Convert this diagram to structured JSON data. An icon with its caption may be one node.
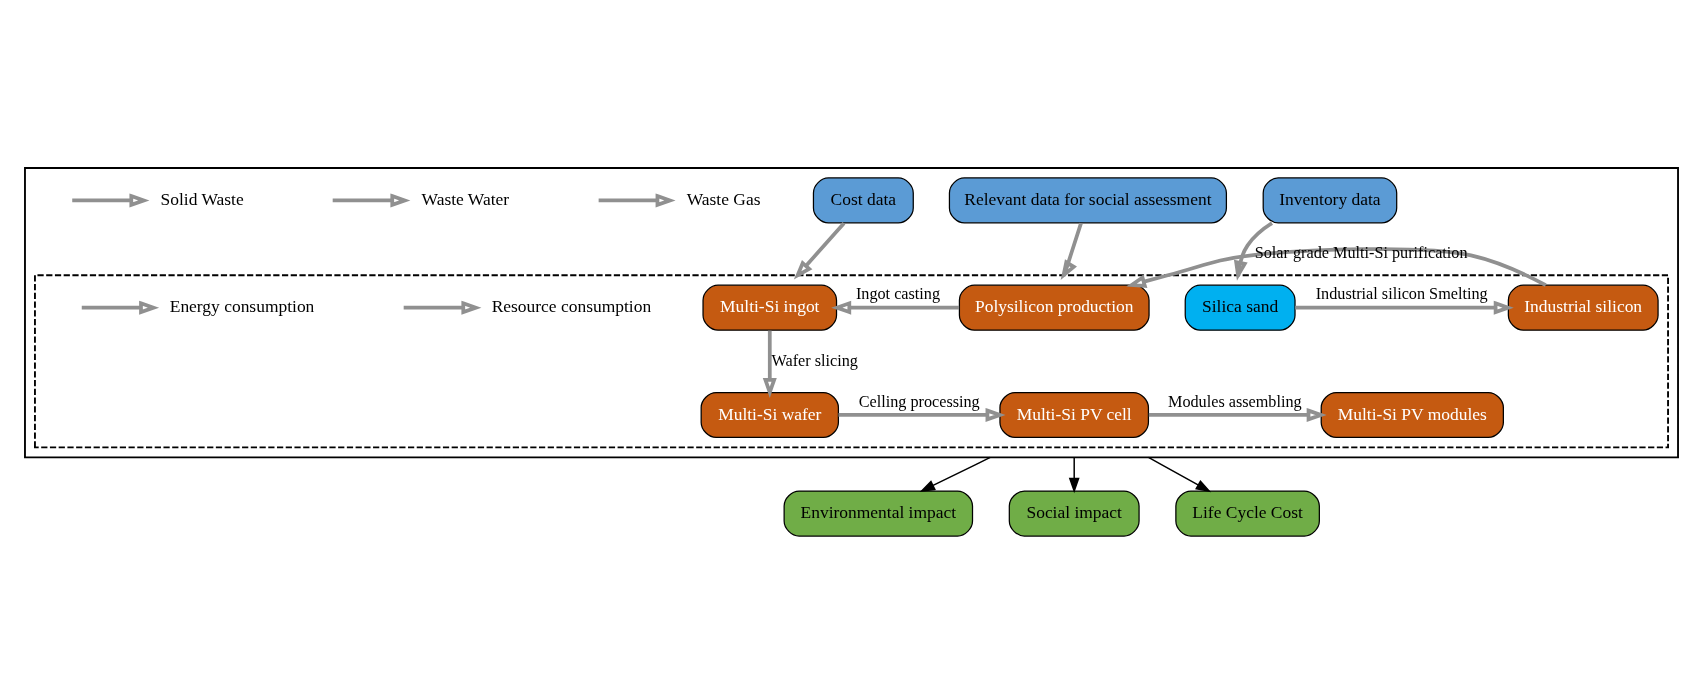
{
  "diagram": {
    "nodes": [
      {
        "text": [],
        "shape": "box"
      },
      {
        "text": [],
        "shape": "box",
        "in": 0
      },
      {
        "text": [
          "Inventory data"
        ],
        "in": 0
      },
      {
        "text": [
          "Relevant data for social assessment"
        ],
        "in": 0
      },
      {
        "text": [
          "Cost data"
        ],
        "in": 0
      },
      {
        "text": [
          "Silica sand"
        ],
        "in": 1
      },
      {
        "text": [
          "Industrial silicon"
        ],
        "in": 1
      },
      {
        "text": [
          "Polysilicon production"
        ],
        "in": 1
      },
      {
        "text": [
          "Multi-Si ingot"
        ],
        "in": 1
      },
      {
        "text": [
          "Resource consumption"
        ],
        "in": 1
      },
      {
        "text": [
          "Energy consumption"
        ],
        "in": 1
      },
      {
        "text": [
          "Multi-Si PV modules"
        ],
        "in": 1
      },
      {
        "text": [
          "Multi-Si PV cell"
        ],
        "in": 1
      },
      {
        "text": [
          "Multi-Si wafer"
        ],
        "in": 1
      },
      {
        "text": [
          "Waste Gas"
        ],
        "in": 0
      },
      {
        "text": [
          "Waste Water"
        ],
        "in": 0
      },
      {
        "text": [
          "Solid Waste"
        ],
        "in": 0
      },
      {
        "text": [
          "Environmental impact"
        ]
      },
      {
        "text": [
          "Social impact"
        ]
      },
      {
        "text": [
          "Life Cycle Cost"
        ]
      }
    ],
    "edges": [
      {
        "from": 2,
        "to": 1,
        "arrow": "to"
      },
      {
        "from": 3,
        "to": 1,
        "arrow": "to"
      },
      {
        "from": 4,
        "to": 1,
        "arrow": "to"
      },
      {
        "from": 5,
        "to": 6,
        "arrow": "to",
        "label": "Industrial silicon Smelting"
      },
      {
        "from": 6,
        "to": 7,
        "arrow": "to",
        "label": "Solar grade Multi-Si purification"
      },
      {
        "from": 7,
        "to": 8,
        "arrow": "to",
        "label": "Ingot casting"
      },
      {
        "from": 8,
        "to": 13,
        "arrow": "to",
        "label": "Wafer slicing"
      },
      {
        "from": 13,
        "to": 12,
        "arrow": "to",
        "label": "Celling processing"
      },
      {
        "from": 12,
        "to": 11,
        "arrow": "to",
        "label": "Modules assembling"
      },
      {
        "from": null,
        "to": 9,
        "arrow": "to"
      },
      {
        "from": null,
        "to": 10,
        "arrow": "to"
      },
      {
        "from": null,
        "to": 14,
        "arrow": "to"
      },
      {
        "from": null,
        "to": 15,
        "arrow": "to"
      },
      {
        "from": null,
        "to": 16,
        "arrow": "to"
      },
      {
        "from": 0,
        "to": 17,
        "arrow": "to",
        "color": "#000000"
      },
      {
        "from": 0,
        "to": 18,
        "arrow": "to",
        "color": "#000000"
      },
      {
        "from": 0,
        "to": 19,
        "arrow": "to",
        "color": "#000000"
      }
    ]
  }
}
